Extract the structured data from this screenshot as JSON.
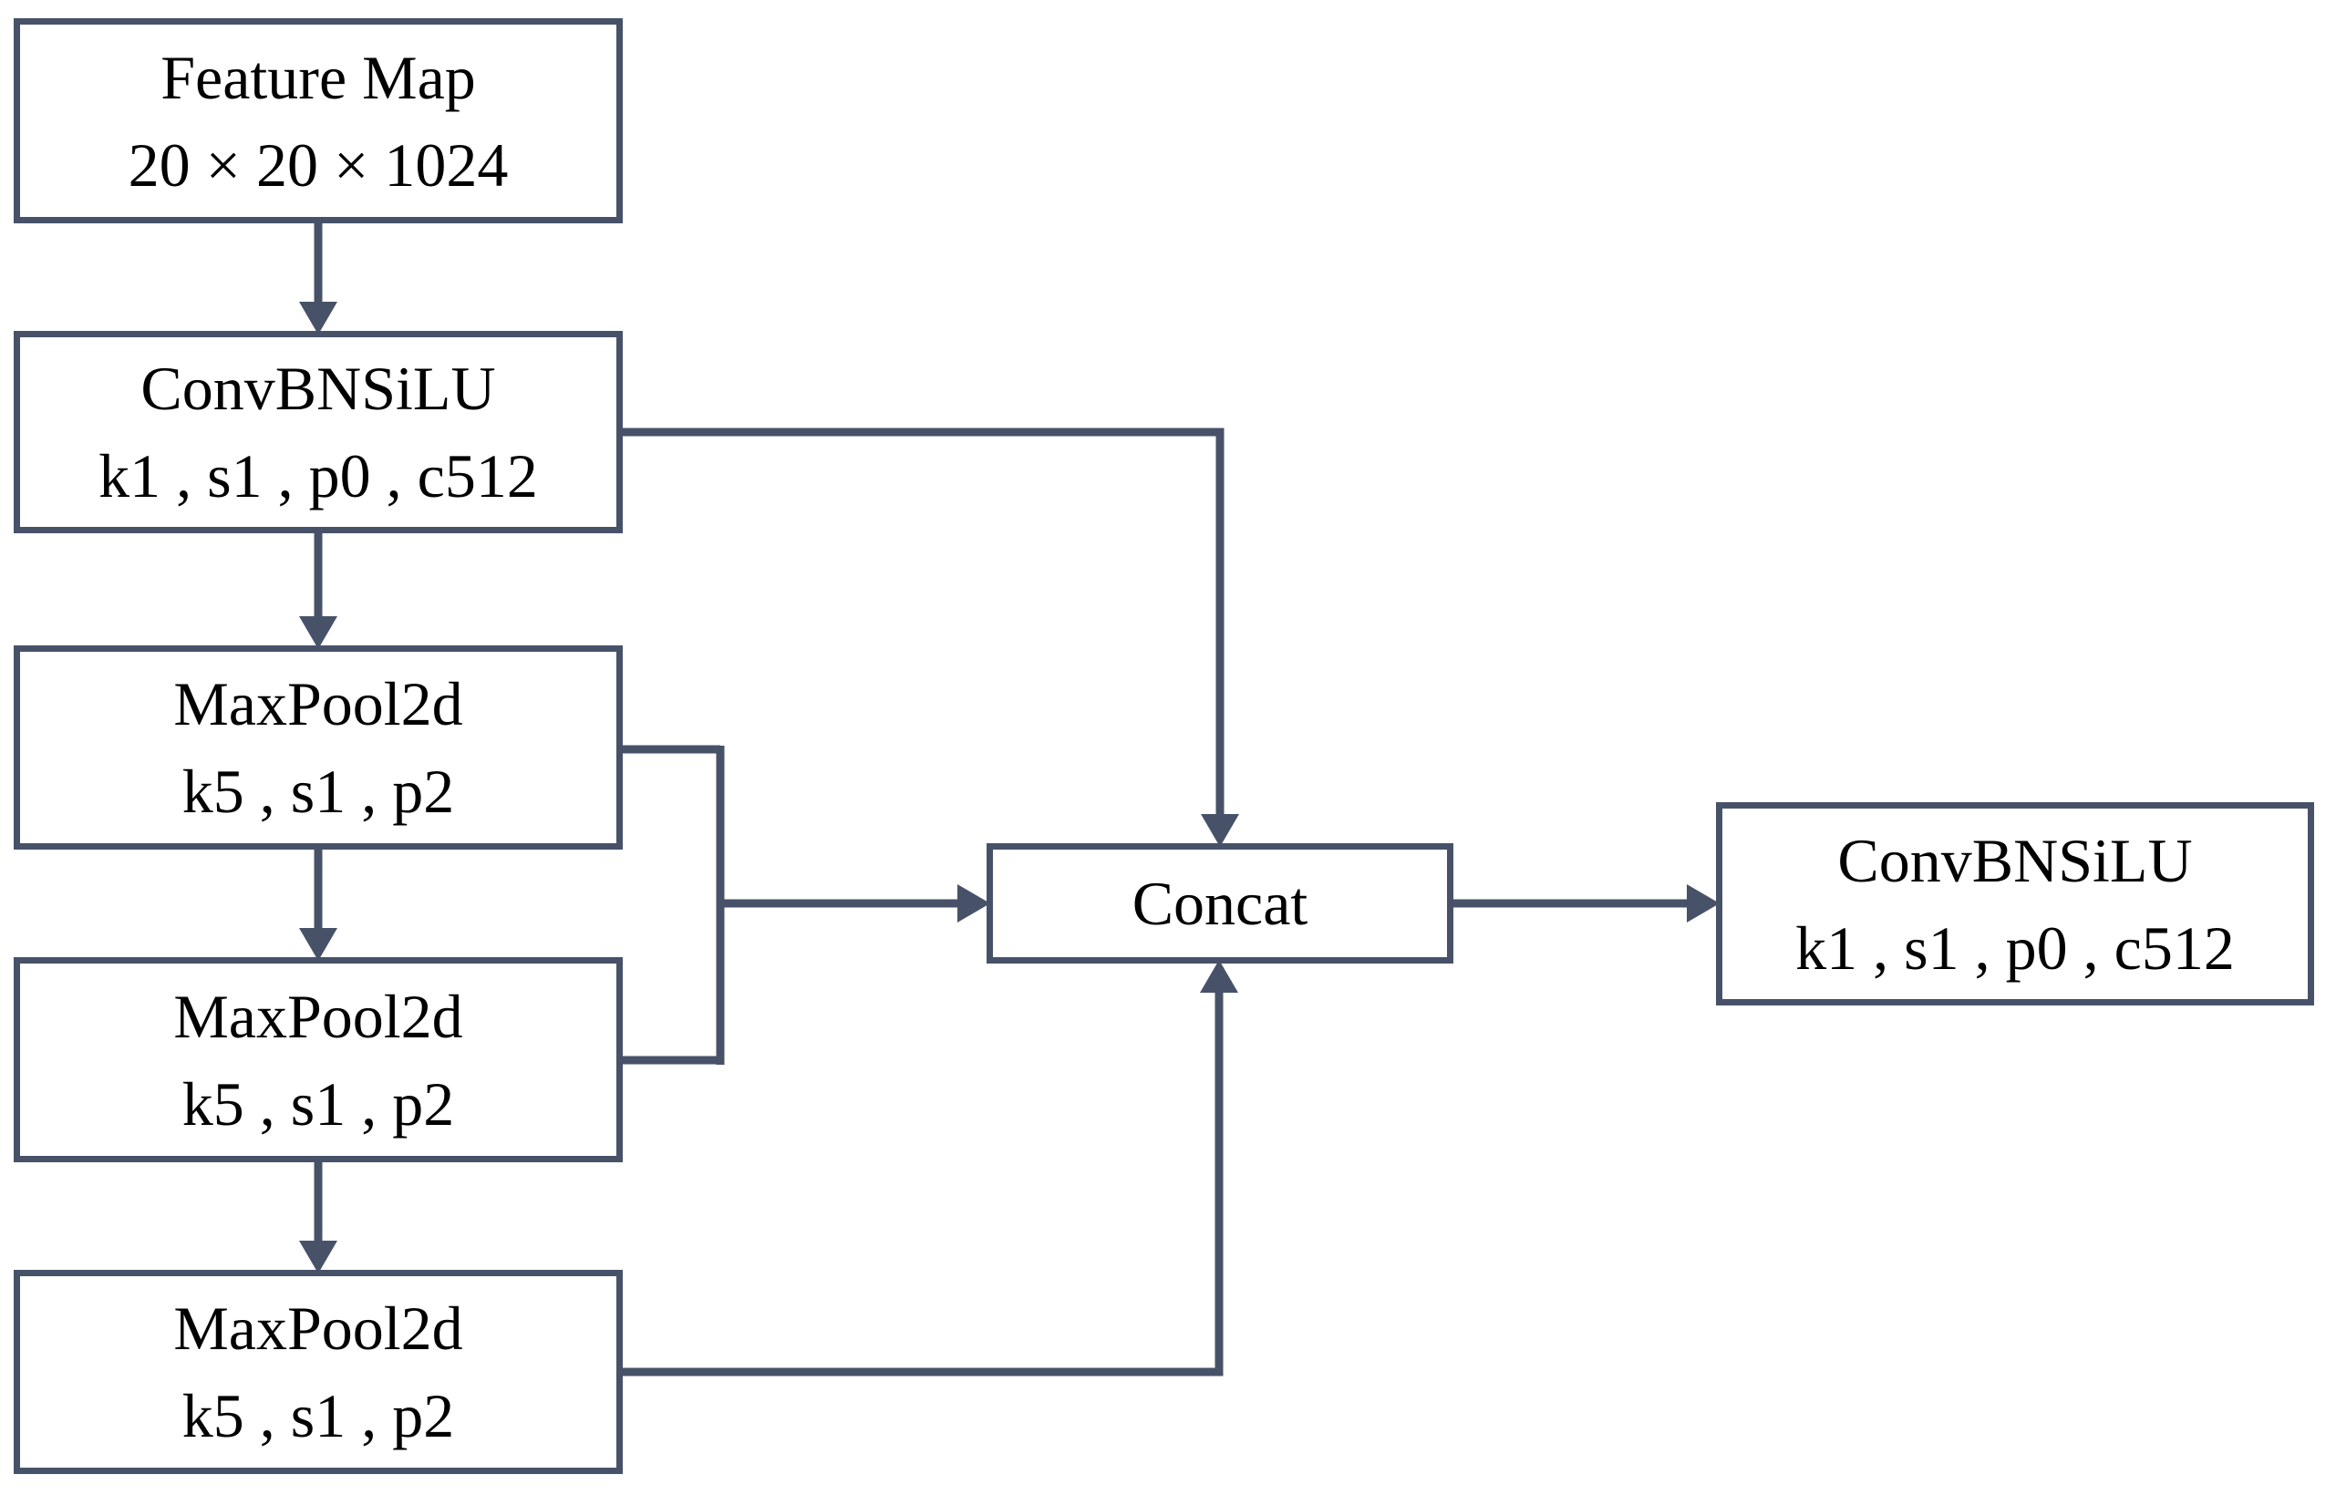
{
  "diagram": {
    "colors": {
      "line": "#475269",
      "text": "#000000",
      "background": "#ffffff"
    },
    "nodes": [
      {
        "id": "feature-map",
        "line1": "Feature Map",
        "line2": "20 × 20 × 1024"
      },
      {
        "id": "conv-bn-silu-1",
        "line1": "ConvBNSiLU",
        "line2": "k1 , s1 , p0 , c512"
      },
      {
        "id": "maxpool2d-1",
        "line1": "MaxPool2d",
        "line2": "k5 , s1 , p2"
      },
      {
        "id": "maxpool2d-2",
        "line1": "MaxPool2d",
        "line2": "k5 , s1 , p2"
      },
      {
        "id": "maxpool2d-3",
        "line1": "MaxPool2d",
        "line2": "k5 , s1 , p2"
      },
      {
        "id": "concat",
        "line1": "Concat",
        "line2": ""
      },
      {
        "id": "conv-bn-silu-2",
        "line1": "ConvBNSiLU",
        "line2": "k1 , s1 , p0 , c512"
      }
    ],
    "edges": [
      {
        "from": "feature-map",
        "to": "conv-bn-silu-1"
      },
      {
        "from": "conv-bn-silu-1",
        "to": "maxpool2d-1"
      },
      {
        "from": "maxpool2d-1",
        "to": "maxpool2d-2"
      },
      {
        "from": "maxpool2d-2",
        "to": "maxpool2d-3"
      },
      {
        "from": "conv-bn-silu-1",
        "to": "concat"
      },
      {
        "from": "maxpool2d-1",
        "to": "concat"
      },
      {
        "from": "maxpool2d-2",
        "to": "concat"
      },
      {
        "from": "maxpool2d-3",
        "to": "concat"
      },
      {
        "from": "concat",
        "to": "conv-bn-silu-2"
      }
    ]
  }
}
